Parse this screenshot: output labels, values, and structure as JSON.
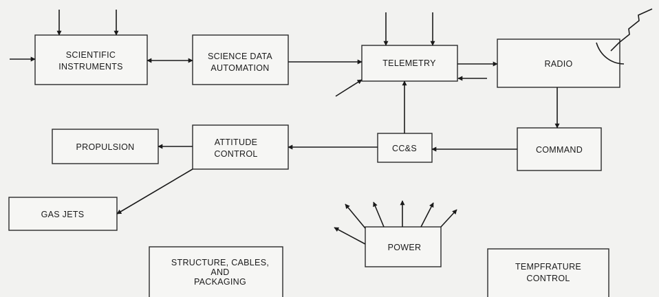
{
  "diagram": {
    "blocks": {
      "scientific_instruments": [
        "SCIENTIFIC",
        "INSTRUMENTS"
      ],
      "science_data_automation": [
        "SCIENCE DATA",
        "AUTOMATION"
      ],
      "telemetry": [
        "TELEMETRY"
      ],
      "radio": [
        "RADIO"
      ],
      "propulsion": [
        "PROPULSION"
      ],
      "attitude_control": [
        "ATTITUDE",
        "CONTROL"
      ],
      "ccs": [
        "CC&S"
      ],
      "command": [
        "COMMAND"
      ],
      "gas_jets": [
        "GAS JETS"
      ],
      "power": [
        "POWER"
      ],
      "structure": [
        "STRUCTURE, CABLES,",
        "AND",
        "PACKAGING"
      ],
      "temperature_control": [
        "TEMPFRATURE",
        "CONTROL"
      ]
    },
    "colors": {
      "line": "#1a1a1a",
      "box_fill": "#f6f6f4",
      "background": "#f2f2f0"
    }
  }
}
